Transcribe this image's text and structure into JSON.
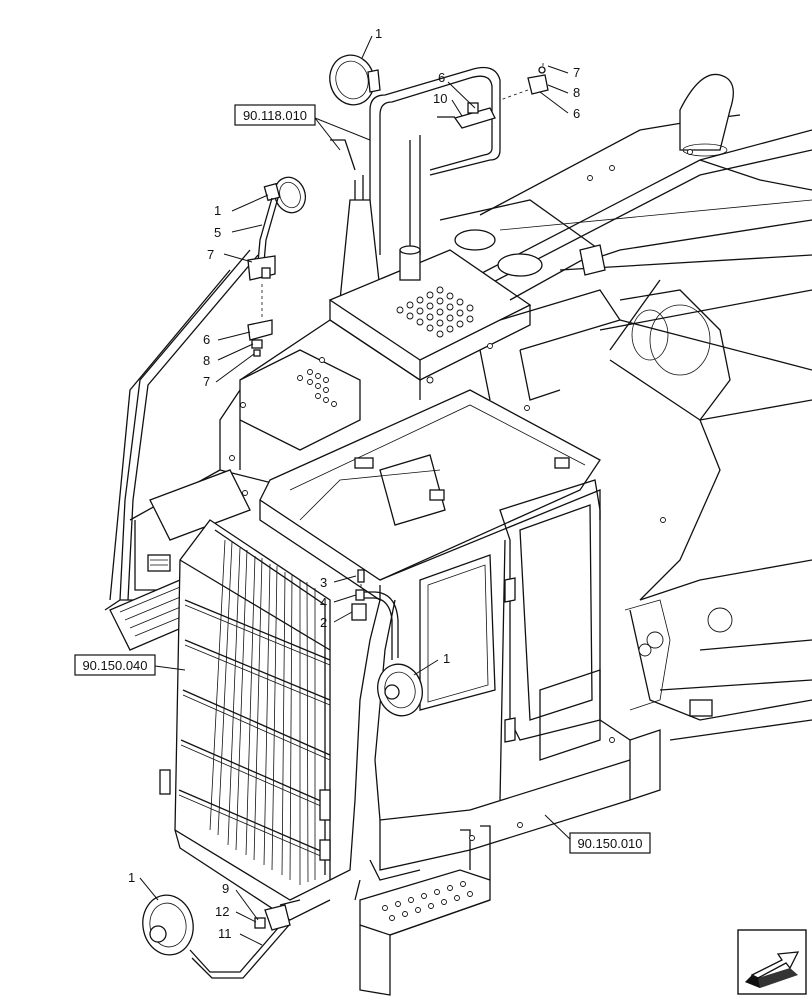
{
  "reference_labels": [
    {
      "id": "ref-90-118-010",
      "text": "90.118.010"
    },
    {
      "id": "ref-90-150-040",
      "text": "90.150.040"
    },
    {
      "id": "ref-90-150-010",
      "text": "90.150.010"
    }
  ],
  "callouts": [
    {
      "id": "c-top-1",
      "text": "1"
    },
    {
      "id": "c-top-6",
      "text": "6"
    },
    {
      "id": "c-top-10",
      "text": "10"
    },
    {
      "id": "c-top-7",
      "text": "7"
    },
    {
      "id": "c-top-8",
      "text": "8"
    },
    {
      "id": "c-top-6b",
      "text": "6"
    },
    {
      "id": "c-left-1",
      "text": "1"
    },
    {
      "id": "c-left-5",
      "text": "5"
    },
    {
      "id": "c-left-7",
      "text": "7"
    },
    {
      "id": "c-left-6",
      "text": "6"
    },
    {
      "id": "c-left-8",
      "text": "8"
    },
    {
      "id": "c-left-7b",
      "text": "7"
    },
    {
      "id": "c-mid-3",
      "text": "3"
    },
    {
      "id": "c-mid-4",
      "text": "4"
    },
    {
      "id": "c-mid-2",
      "text": "2"
    },
    {
      "id": "c-mid-1",
      "text": "1"
    },
    {
      "id": "c-bot-1",
      "text": "1"
    },
    {
      "id": "c-bot-9",
      "text": "9"
    },
    {
      "id": "c-bot-12",
      "text": "12"
    },
    {
      "id": "c-bot-11",
      "text": "11"
    }
  ],
  "icons": {
    "nav": "arrow-back-icon"
  }
}
